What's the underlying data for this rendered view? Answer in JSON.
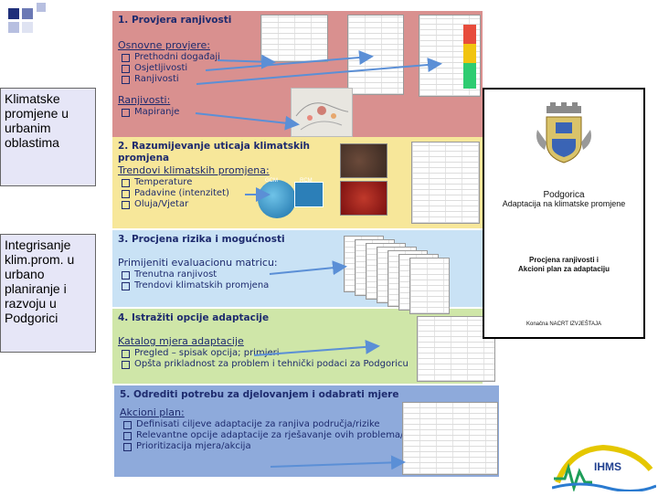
{
  "left_boxes": [
    {
      "text": "Klimatske promjene u urbanim oblastima"
    },
    {
      "text": "Integrisanje klim.prom. u urbano planiranje i razvoju u Podgorici"
    }
  ],
  "sections": [
    {
      "title": "1. Provjera ranjivosti",
      "color": "#d9908f",
      "subtitle1": "Osnovne provjere:",
      "items1": [
        "Prethodni događaji",
        "Osjetljivosti",
        "Ranjivosti"
      ],
      "subtitle2": "Ranjivosti:",
      "items2": [
        "Mapiranje"
      ]
    },
    {
      "title": "2. Razumijevanje uticaja klimatskih promjena",
      "color": "#f7e79a",
      "subtitle1": "Trendovi klimatskih promjena:",
      "items1": [
        "Temperature",
        "Padavine (intenzitet)",
        "Oluja/Vjetar"
      ],
      "globe_labels": [
        "GCM",
        "RCM"
      ]
    },
    {
      "title": "3. Procjena rizika i mogućnosti",
      "color": "#c9e2f5",
      "subtitle1": "Primijeniti evaluacionu matricu:",
      "items1": [
        "Trenutna ranjivost",
        "Trendovi klimatskih promjena"
      ]
    },
    {
      "title": "4. Istražiti opcije adaptacije",
      "color": "#cfe6a8",
      "subtitle1": "Katalog mjera adaptacije",
      "items1": [
        "Pregled – spisak opcija; primjeri",
        "Opšta prikladnost za problem i tehnički podaci za Podgoricu"
      ]
    },
    {
      "title": "5. Odrediti potrebu za djelovanjem i odabrati mjere",
      "color": "#8eaadb",
      "subtitle1": "Akcioni plan:",
      "items1": [
        "Definisati ciljeve adaptacije za ranjiva područja/rizike",
        "Relevantne opcije adaptacije za rješavanje ovih problema/rizika",
        "Prioritizacija mjera/akcija"
      ]
    }
  ],
  "document": {
    "city": "Podgorica",
    "subtitle": "Adaptacija na klimatske promjene",
    "heading_line1": "Procjena ranjivosti i",
    "heading_line2": "Akcioni plan za adaptaciju",
    "footer": "Konačna NACRT IZVJEŠTAJA"
  },
  "logo": {
    "text": "IHMS"
  }
}
